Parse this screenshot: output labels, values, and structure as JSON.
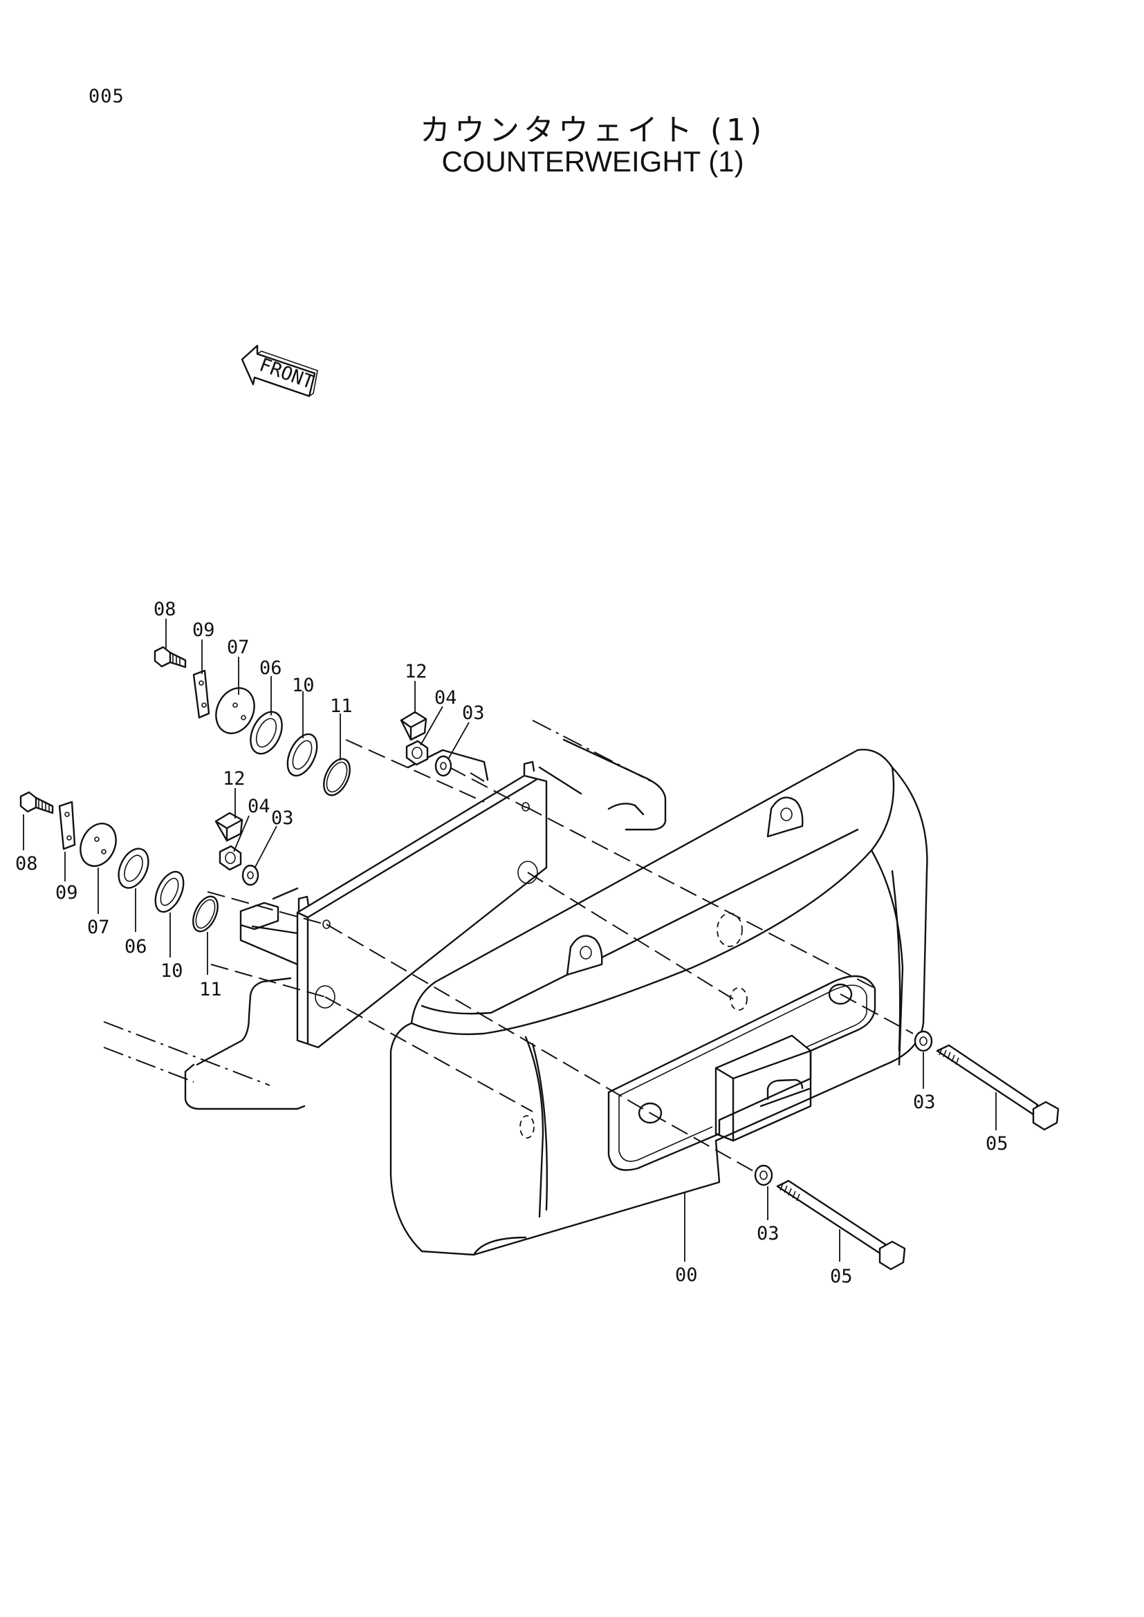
{
  "page_number": "005",
  "title_jp": "カウンタウェイト (1)",
  "title_en": "COUNTERWEIGHT (1)",
  "front_marker": "FRONT",
  "callouts": {
    "upper_08": "08",
    "upper_09": "09",
    "upper_07": "07",
    "upper_06": "06",
    "upper_10": "10",
    "upper_11": "11",
    "upper_12": "12",
    "upper_04": "04",
    "upper_03": "03",
    "mid_12": "12",
    "mid_04": "04",
    "mid_03": "03",
    "lower_08": "08",
    "lower_09": "09",
    "lower_07": "07",
    "lower_06": "06",
    "lower_10": "10",
    "lower_11": "11",
    "right_03": "03",
    "right_05": "05",
    "bottom_03": "03",
    "bottom_05": "05",
    "bottom_00": "00"
  }
}
